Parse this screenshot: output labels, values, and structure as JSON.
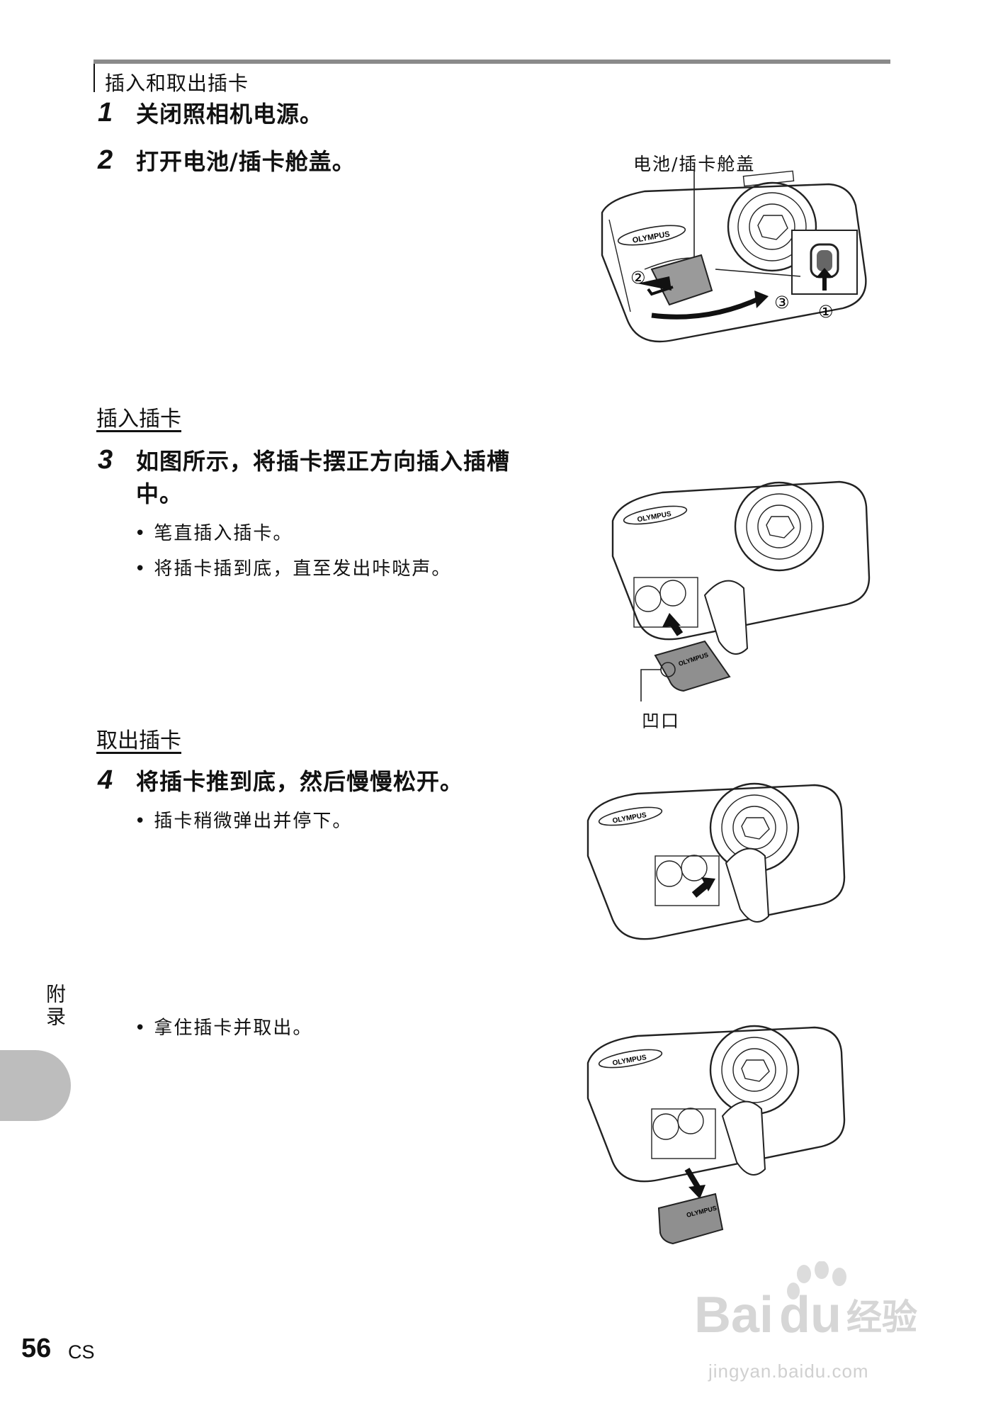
{
  "section_title": "插入和取出插卡",
  "steps": [
    {
      "num": "1",
      "text": "关闭照相机电源。"
    },
    {
      "num": "2",
      "text": "打开电池/插卡舱盖。"
    },
    {
      "num": "3",
      "text_line1": "如图所示，将插卡摆正方向插入插槽",
      "text_line2": "中。"
    },
    {
      "num": "4",
      "text": "将插卡推到底，然后慢慢松开。"
    }
  ],
  "subsections": {
    "insert": "插入插卡",
    "remove": "取出插卡"
  },
  "bullets": {
    "step3": [
      "笔直插入插卡。",
      "将插卡插到底，直至发出咔哒声。"
    ],
    "step4": [
      "插卡稍微弹出并停下。"
    ],
    "final": [
      "拿住插卡并取出。"
    ]
  },
  "captions": {
    "cover": "电池/插卡舱盖",
    "notch": "凹口",
    "markers": [
      "②",
      "③",
      "①"
    ]
  },
  "side_tab": "附录",
  "footer": {
    "page": "56",
    "lang": "CS"
  },
  "watermark": {
    "url": "jingyan.baidu.com"
  },
  "colors": {
    "tab": "#bdbdbd",
    "rule": "#8a8a8a"
  }
}
